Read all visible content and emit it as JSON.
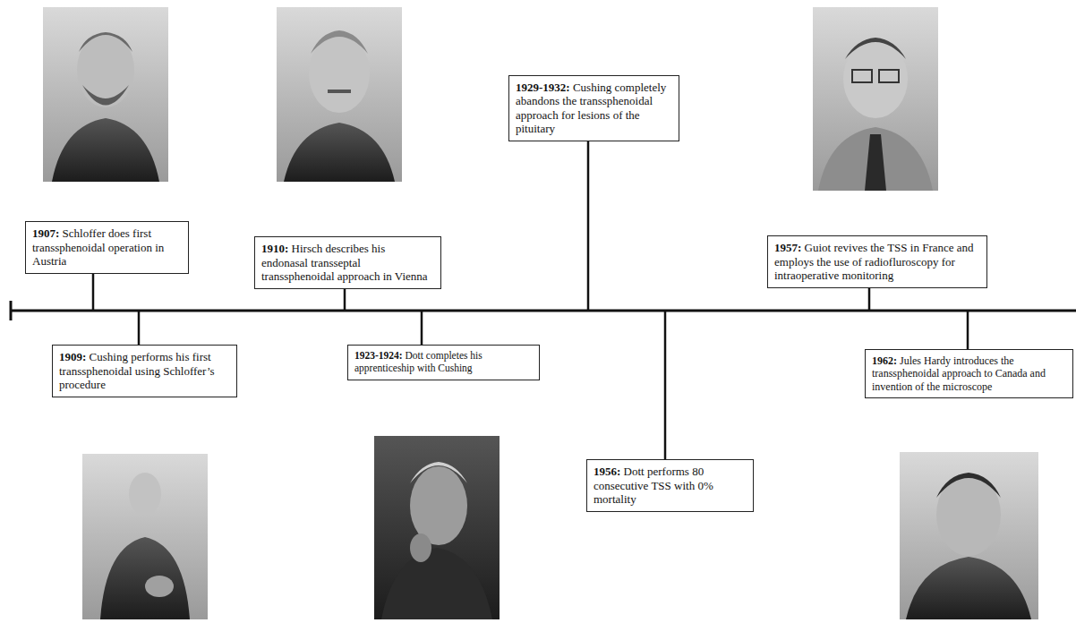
{
  "diagram": {
    "nodes": [
      {
        "text": [
          "1907: Schloffer does first transsphenoidal operation in Austria"
        ]
      },
      {
        "text": [
          "1909: Cushing performs his first transsphenoidal using Schloffer’s procedure"
        ]
      },
      {
        "text": [
          "1910: Hirsch describes his endonasal transseptal transsphenoidal approach in Vienna"
        ]
      },
      {
        "text": [
          "1923-1924: Dott completes his apprenticeship with Cushing"
        ]
      },
      {
        "text": [
          "1929-1932: Cushing completely abandons the transsphenoidal approach for lesions of the pituitary"
        ]
      },
      {
        "text": [
          "1956: Dott performs 80 consecutive TSS with 0% mortality"
        ]
      },
      {
        "text": [
          "1957: Guiot revives the TSS in France and employs the use of radiofluroscopy for intraoperative monitoring"
        ]
      },
      {
        "text": [
          "1962: Jules Hardy introduces the transsphenoidal approach to Canada and invention of the microscope"
        ]
      }
    ]
  }
}
